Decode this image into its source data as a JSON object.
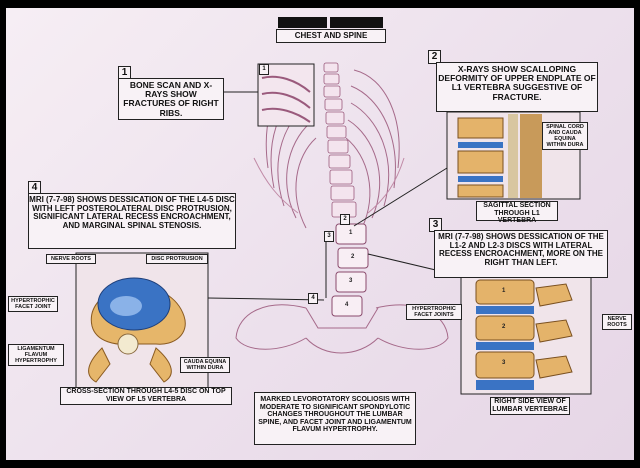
{
  "header": {
    "title": "CHEST AND SPINE"
  },
  "panels": [
    {
      "number": "1",
      "text": "Bone scan and X-rays show fractures of right ribs."
    },
    {
      "number": "2",
      "text": "X-rays show scalloping deformity of upper endplate of L1 vertebra suggestive of fracture."
    },
    {
      "number": "3",
      "text": "MRI (7-7-98) shows dessication of the L1-2 and L2-3 discs with lateral recess encroachment, more on the right than left."
    },
    {
      "number": "4",
      "text": "MRI (7-7-98) shows dessication of the L4-5 disc with left posterolateral disc protrusion, significant lateral recess encroachment, and marginal spinal stenosis."
    }
  ],
  "captions": {
    "sagittal": "Sagittal section through L1 vertebra",
    "right_side": "Right side view of lumbar vertebrae",
    "cross_section": "Cross-section through L4-5 disc on top view of L5 vertebra",
    "summary": "Marked levorotatory scoliosis with moderate to significant spondylotic changes throughout the lumbar spine, and facet joint and ligamentum flavum hypertrophy."
  },
  "labels": {
    "spinal_cord": "SPINAL CORD AND CAUDA EQUINA WITHIN DURA",
    "nerve_roots_4": "NERVE ROOTS",
    "disc_protrusion": "DISC PROTRUSION",
    "facet_joint": "HYPERTROPHIC FACET JOINT",
    "ligamentum": "LIGAMENTUM FLAVUM HYPERTROPHY",
    "cauda_equina": "CAUDA EQUINA WITHIN DURA",
    "facet_joints_3": "HYPERTROPHIC FACET JOINTS",
    "nerve_roots_3": "NERVE ROOTS"
  },
  "markers": {
    "inset_1": "1",
    "spine_2": "2",
    "spine_3": "3",
    "spine_4": "4",
    "v1": "1",
    "v2": "2",
    "v3": "3",
    "v4": "4",
    "side_1": "1",
    "side_2": "2",
    "side_3": "3"
  },
  "colors": {
    "background": "#ece0ec",
    "disc": "#3a73c4",
    "bone": "#e6b66a",
    "redaction": "#111111"
  }
}
